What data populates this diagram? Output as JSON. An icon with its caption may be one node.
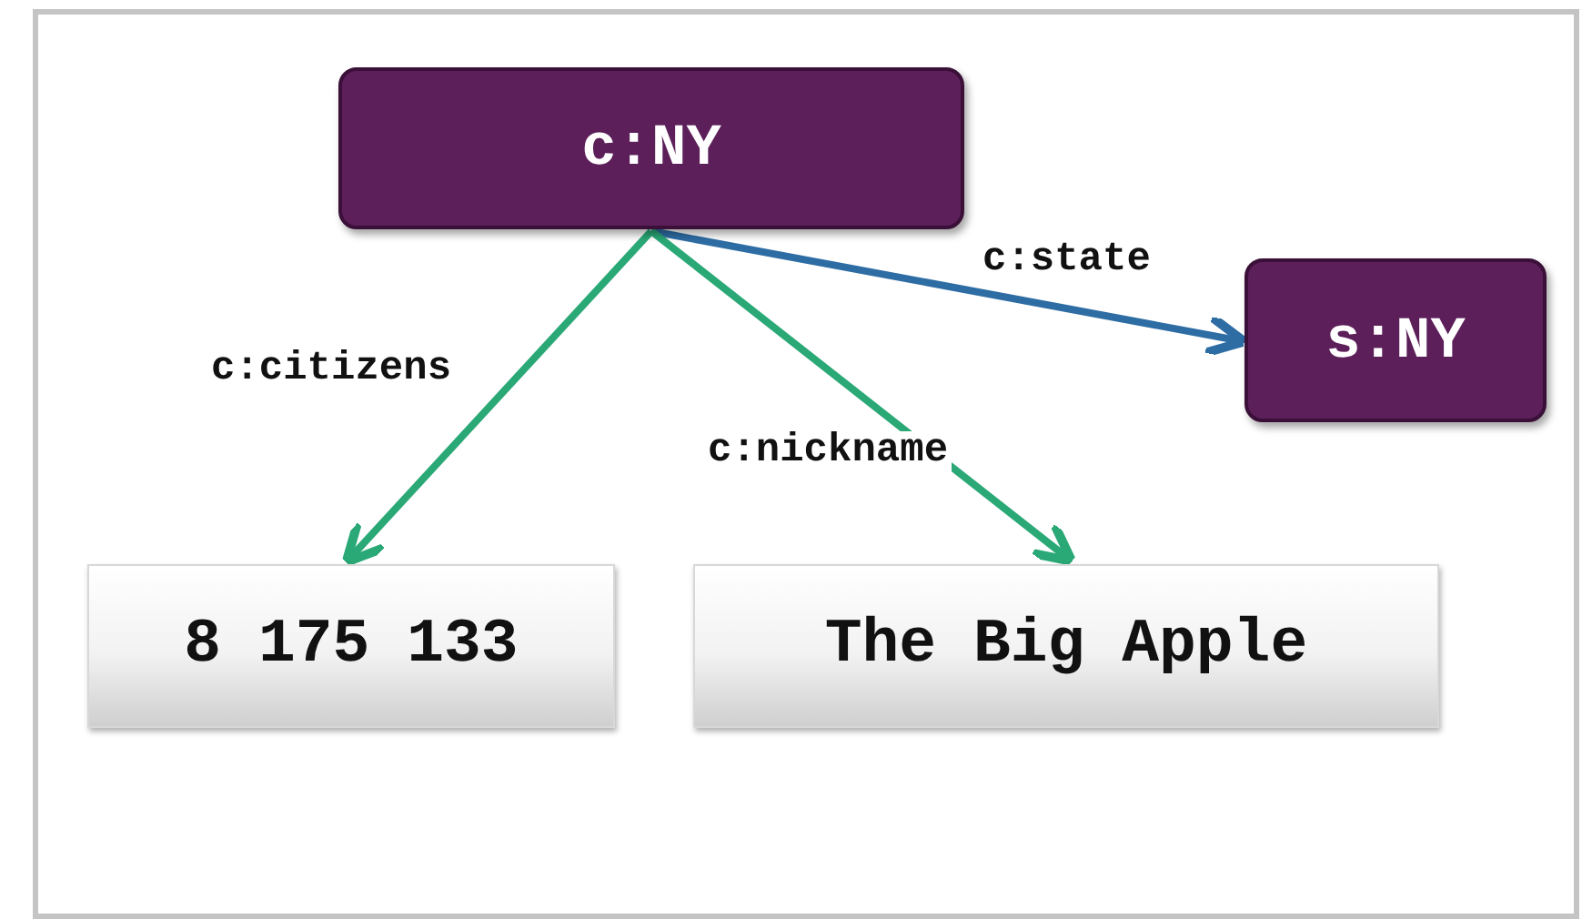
{
  "diagram": {
    "nodes": [
      {
        "text": [
          "c:NY"
        ]
      },
      {
        "text": [
          "s:NY"
        ]
      },
      {
        "text": [
          "8 175 133"
        ]
      },
      {
        "text": [
          "The Big Apple"
        ]
      }
    ],
    "edges": [
      {
        "from": 0,
        "to": 1,
        "arrow": "to",
        "label": "c:state",
        "color": "#2e6da4"
      },
      {
        "from": 0,
        "to": 2,
        "arrow": "to",
        "label": "c:citizens"
      },
      {
        "from": 0,
        "to": 3,
        "arrow": "to",
        "label": "c:nickname"
      }
    ]
  }
}
